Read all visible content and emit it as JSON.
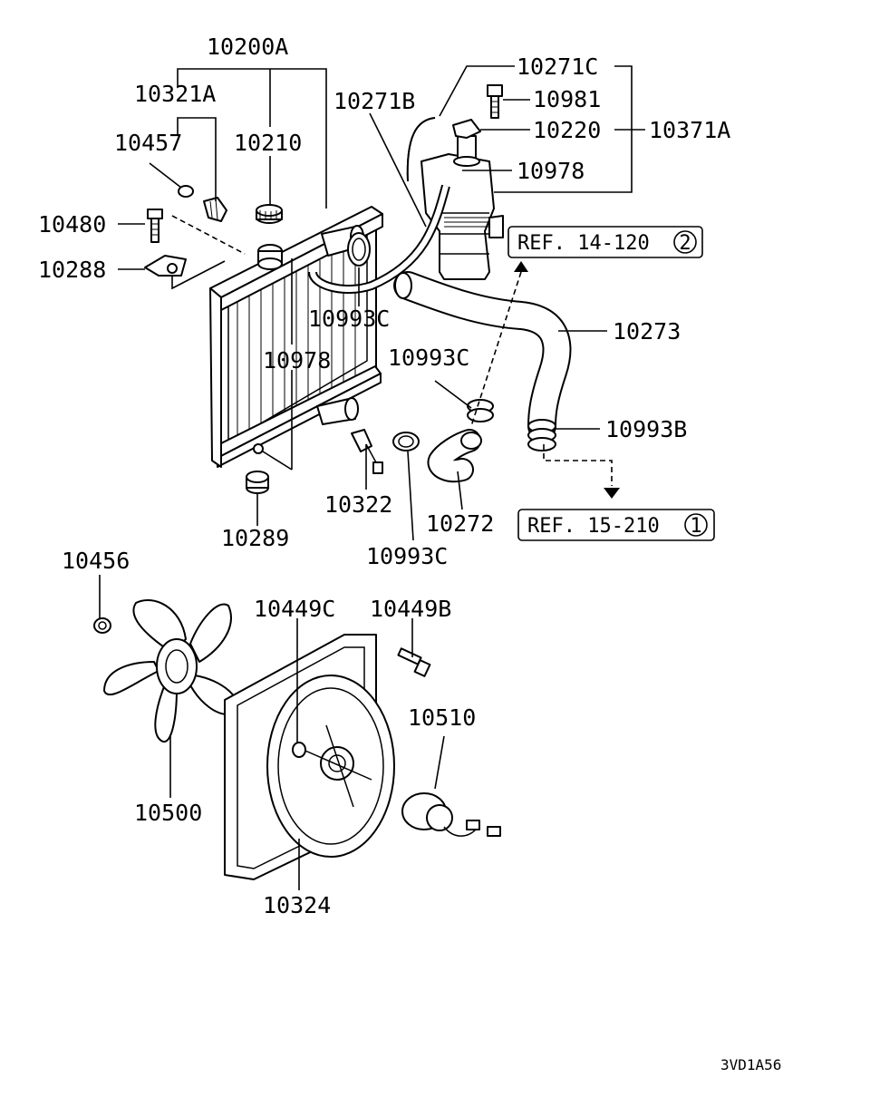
{
  "labels": {
    "l10200A": "10200A",
    "l10321A": "10321A",
    "l10457": "10457",
    "l10210": "10210",
    "l10480": "10480",
    "l10288": "10288",
    "l10271B": "10271B",
    "l10271C": "10271C",
    "l10981": "10981",
    "l10220": "10220",
    "l10371A": "10371A",
    "l10978a": "10978",
    "l10978b": "10978",
    "l10993C_a": "10993C",
    "l10993C_b": "10993C",
    "l10993C_c": "10993C",
    "l10273": "10273",
    "l10993B": "10993B",
    "l10322": "10322",
    "l10272": "10272",
    "l10289": "10289",
    "l10456": "10456",
    "l10449C": "10449C",
    "l10449B": "10449B",
    "l10510": "10510",
    "l10500": "10500",
    "l10324": "10324"
  },
  "refs": {
    "ref1_text": "REF. 14-120",
    "ref1_num": "2",
    "ref2_text": "REF. 15-210",
    "ref2_num": "1"
  },
  "diagram_code": "3VD1A56"
}
